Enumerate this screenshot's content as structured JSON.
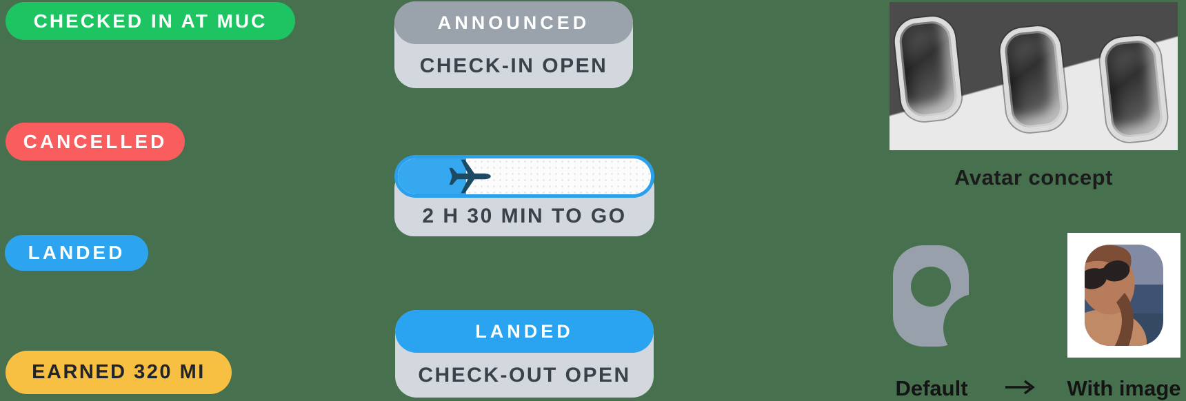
{
  "badges": [
    {
      "id": "checked-in",
      "label": "CHECKED IN AT MUC",
      "bg": "#1ec462",
      "fg": "#ffffff"
    },
    {
      "id": "cancelled",
      "label": "CANCELLED",
      "bg": "#f95d5d",
      "fg": "#ffffff"
    },
    {
      "id": "landed",
      "label": "LANDED",
      "bg": "#2ca4f0",
      "fg": "#ffffff"
    },
    {
      "id": "earned",
      "label": "EARNED 320 MI",
      "bg": "#f7c043",
      "fg": "#20242c"
    }
  ],
  "cards": {
    "announced": {
      "top": "ANNOUNCED",
      "top_bg": "#9aa2ab",
      "bottom": "CHECK-IN OPEN"
    },
    "progress": {
      "label": "2 H 30 MIN TO GO",
      "fill_percent": 27,
      "border_color": "#2aa0ec",
      "fill_color": "#36a8ef",
      "track_color": "#fcfcfc",
      "plane_color": "#1d4a63"
    },
    "landed": {
      "top": "LANDED",
      "top_bg": "#2aa3f0",
      "bottom": "CHECK-OUT OPEN"
    }
  },
  "avatar_section": {
    "caption": "Avatar concept",
    "default_label": "Default",
    "with_image_label": "With image",
    "placeholder_color": "#97a0ab"
  },
  "icons": {
    "progress_plane": "airplane-icon",
    "transition_arrow": "arrow-right-icon",
    "windows": "airplane-windows-photo"
  },
  "colors": {
    "page_background": "#47704f",
    "card_background": "#d3d8de",
    "card_text": "#3b424a",
    "label_text": "#141414"
  }
}
